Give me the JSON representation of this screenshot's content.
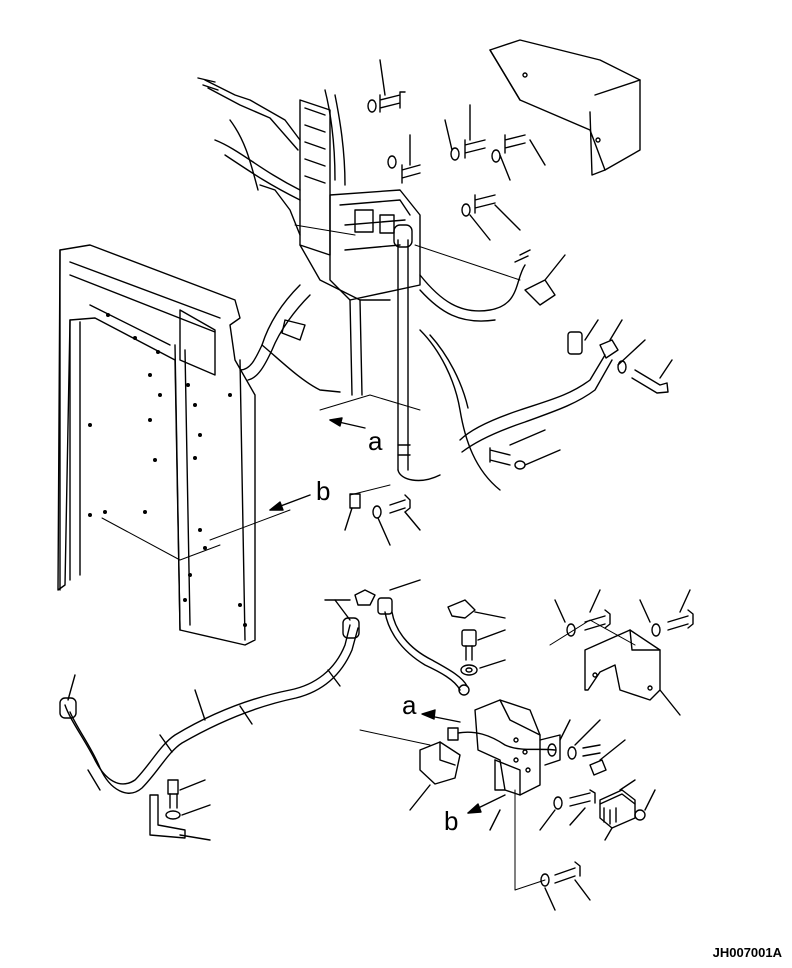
{
  "diagram": {
    "reference_labels": {
      "a_upper": "a",
      "b_upper": "b",
      "a_lower": "a",
      "b_lower": "b"
    },
    "drawing_code": "JH007001A"
  }
}
